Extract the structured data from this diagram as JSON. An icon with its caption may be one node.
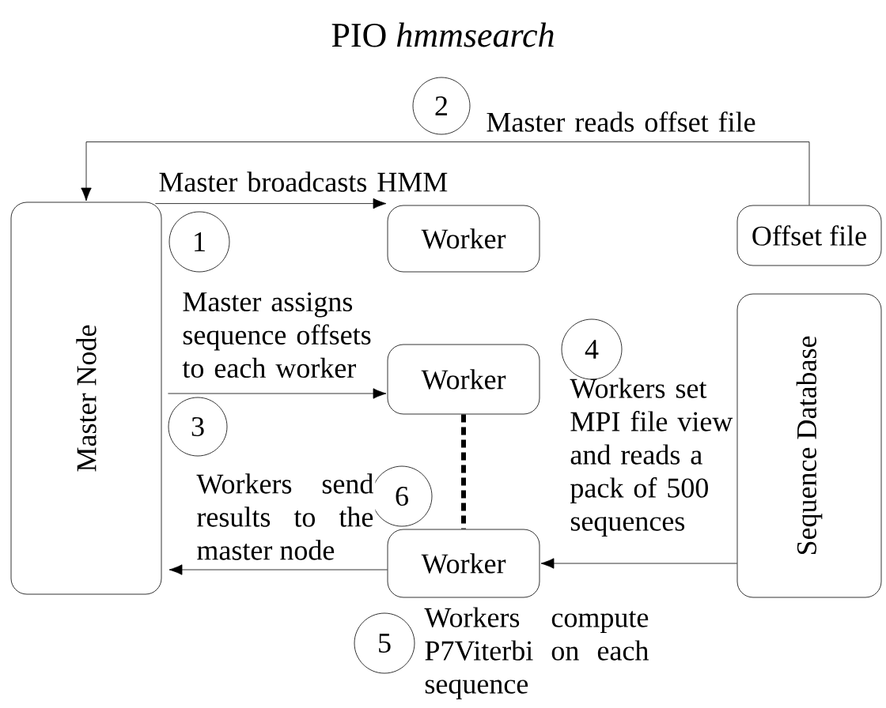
{
  "diagram": {
    "title": "PIO *hmmsearch*",
    "nodes": [
      {
        "text": [
          "Master Node"
        ]
      },
      {
        "text": [
          "Worker"
        ]
      },
      {
        "text": [
          "Worker"
        ]
      },
      {
        "text": [
          "Worker"
        ]
      },
      {
        "text": [
          "Offset file"
        ]
      },
      {
        "text": [
          "Sequence Database"
        ]
      },
      {
        "text": [
          "1"
        ]
      },
      {
        "text": [
          "2"
        ]
      },
      {
        "text": [
          "3"
        ]
      },
      {
        "text": [
          "4"
        ],
        "beside": [
          "Workers set MPI file view and reads a pack of 500 sequences"
        ]
      },
      {
        "text": [
          "5"
        ],
        "beside": [
          "Workers compute P7Viterbi on each sequence"
        ]
      },
      {
        "text": [
          "6"
        ]
      }
    ],
    "edges": [
      {
        "from": 0,
        "to": 1,
        "arrow": "to",
        "label": "Master broadcasts HMM"
      },
      {
        "from": 4,
        "to": 0,
        "arrow": "to",
        "label": "Master reads offset file"
      },
      {
        "from": 0,
        "to": 2,
        "arrow": "to",
        "label": "Master assigns sequence offsets to each worker"
      },
      {
        "from": 5,
        "to": 3,
        "arrow": "to"
      },
      {
        "from": 3,
        "to": 0,
        "arrow": "to",
        "label": "Workers send results to the master node"
      },
      {
        "from": 2,
        "to": 3,
        "arrow": "none",
        "style": "dashed"
      }
    ]
  }
}
